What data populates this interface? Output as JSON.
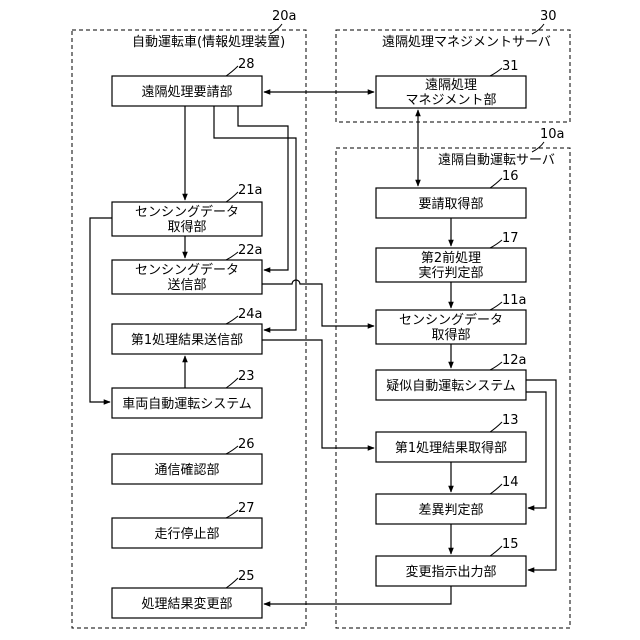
{
  "containers": {
    "vehicle": {
      "title": "自動運転車(情報処理装置)",
      "ref": "20a"
    },
    "management_server": {
      "title": "遠隔処理マネジメントサーバ",
      "ref": "30"
    },
    "driving_server": {
      "title": "遠隔自動運転サーバ",
      "ref": "10a"
    }
  },
  "vehicle_blocks": {
    "remote_request": {
      "label": "遠隔処理要請部",
      "ref": "28"
    },
    "sensing_acquisition": {
      "line1": "センシングデータ",
      "line2": "取得部",
      "ref": "21a"
    },
    "sensing_transmission": {
      "line1": "センシングデータ",
      "line2": "送信部",
      "ref": "22a"
    },
    "first_result_transmission": {
      "label": "第1処理結果送信部",
      "ref": "24a"
    },
    "vehicle_driving_system": {
      "label": "車両自動運転システム",
      "ref": "23"
    },
    "communication_check": {
      "label": "通信確認部",
      "ref": "26"
    },
    "travel_stop": {
      "label": "走行停止部",
      "ref": "27"
    },
    "result_change": {
      "label": "処理結果変更部",
      "ref": "25"
    }
  },
  "management_blocks": {
    "remote_management": {
      "line1": "遠隔処理",
      "line2": "マネジメント部",
      "ref": "31"
    }
  },
  "server_blocks": {
    "request_acquisition": {
      "label": "要請取得部",
      "ref": "16"
    },
    "second_pre_judgment": {
      "line1": "第2前処理",
      "line2": "実行判定部",
      "ref": "17"
    },
    "sensing_acquisition": {
      "line1": "センシングデータ",
      "line2": "取得部",
      "ref": "11a"
    },
    "pseudo_driving_system": {
      "label": "疑似自動運転システム",
      "ref": "12a"
    },
    "first_result_acquisition": {
      "label": "第1処理結果取得部",
      "ref": "13"
    },
    "difference_judgment": {
      "label": "差異判定部",
      "ref": "14"
    },
    "change_instruction_output": {
      "label": "変更指示出力部",
      "ref": "15"
    }
  }
}
